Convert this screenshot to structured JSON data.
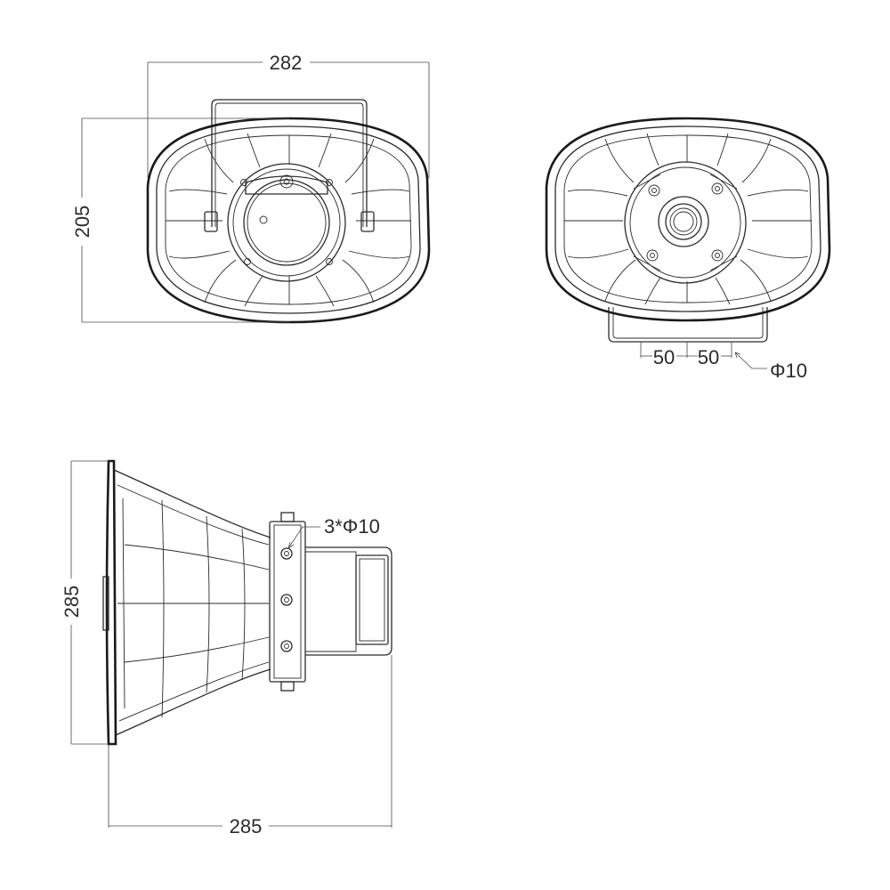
{
  "dimensions": {
    "front_width": "282",
    "front_height": "205",
    "rear_spacing_left": "50",
    "rear_spacing_right": "50",
    "rear_hole": "Φ10",
    "side_height": "285",
    "side_depth": "285",
    "side_holes": "3*Φ10"
  },
  "colors": {
    "line": "#1a1a1a",
    "background": "#ffffff"
  }
}
